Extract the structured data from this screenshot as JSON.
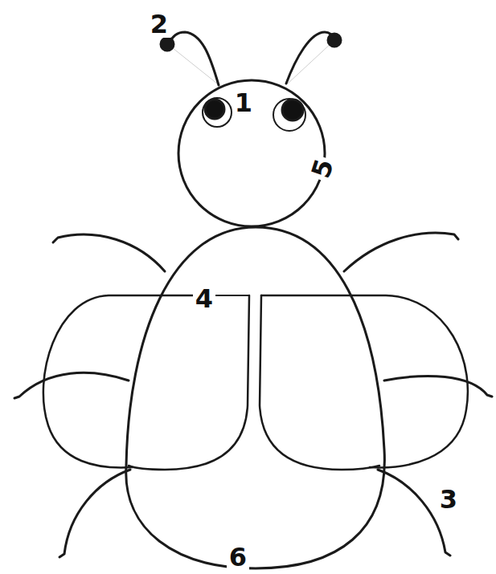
{
  "diagram": {
    "labels": [
      "2",
      "1",
      "5",
      "4",
      "3",
      "6"
    ]
  }
}
